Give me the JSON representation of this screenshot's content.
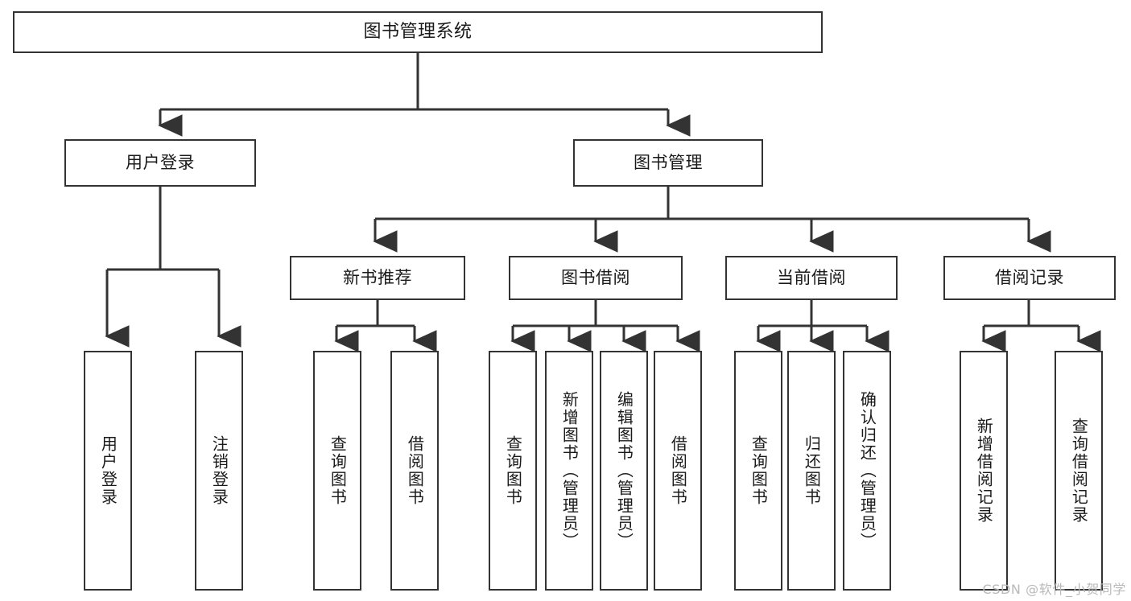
{
  "diagram": {
    "type": "tree",
    "title": "图书管理系统",
    "orientation": "top-down",
    "watermark": "CSDN @软件_小贺同学",
    "colors": {
      "box_border": "#333333",
      "box_fill": "#ffffff",
      "edge": "#333333",
      "text": "#1a1a1a",
      "watermark": "#b9b9b9"
    }
  },
  "nodes": {
    "root": {
      "label": "图书管理系统",
      "level": 1
    },
    "level2": [
      {
        "id": "user-login",
        "label": "用户登录"
      },
      {
        "id": "book-manage",
        "label": "图书管理"
      }
    ],
    "level3": [
      {
        "id": "new-book-recommend",
        "label": "新书推荐",
        "parent": "book-manage"
      },
      {
        "id": "book-borrow",
        "label": "图书借阅",
        "parent": "book-manage"
      },
      {
        "id": "current-borrow",
        "label": "当前借阅",
        "parent": "book-manage"
      },
      {
        "id": "borrow-record",
        "label": "借阅记录",
        "parent": "book-manage"
      }
    ],
    "leaves": {
      "user-login": [
        {
          "id": "leaf-user-login",
          "label": "用户登录"
        },
        {
          "id": "leaf-user-logout",
          "label": "注销登录"
        }
      ],
      "new-book-recommend": [
        {
          "id": "leaf-query-book-1",
          "label": "查询图书"
        },
        {
          "id": "leaf-borrow-book-1",
          "label": "借阅图书"
        }
      ],
      "book-borrow": [
        {
          "id": "leaf-query-book-2",
          "label": "查询图书"
        },
        {
          "id": "leaf-add-book",
          "label": "新增图书（管理员）"
        },
        {
          "id": "leaf-edit-book",
          "label": "编辑图书（管理员）"
        },
        {
          "id": "leaf-borrow-book-2",
          "label": "借阅图书"
        }
      ],
      "current-borrow": [
        {
          "id": "leaf-query-book-3",
          "label": "查询图书"
        },
        {
          "id": "leaf-return-book",
          "label": "归还图书"
        },
        {
          "id": "leaf-confirm-return",
          "label": "确认归还（管理员）"
        }
      ],
      "borrow-record": [
        {
          "id": "leaf-add-record",
          "label": "新增借阅记录"
        },
        {
          "id": "leaf-query-record",
          "label": "查询借阅记录"
        }
      ]
    }
  }
}
